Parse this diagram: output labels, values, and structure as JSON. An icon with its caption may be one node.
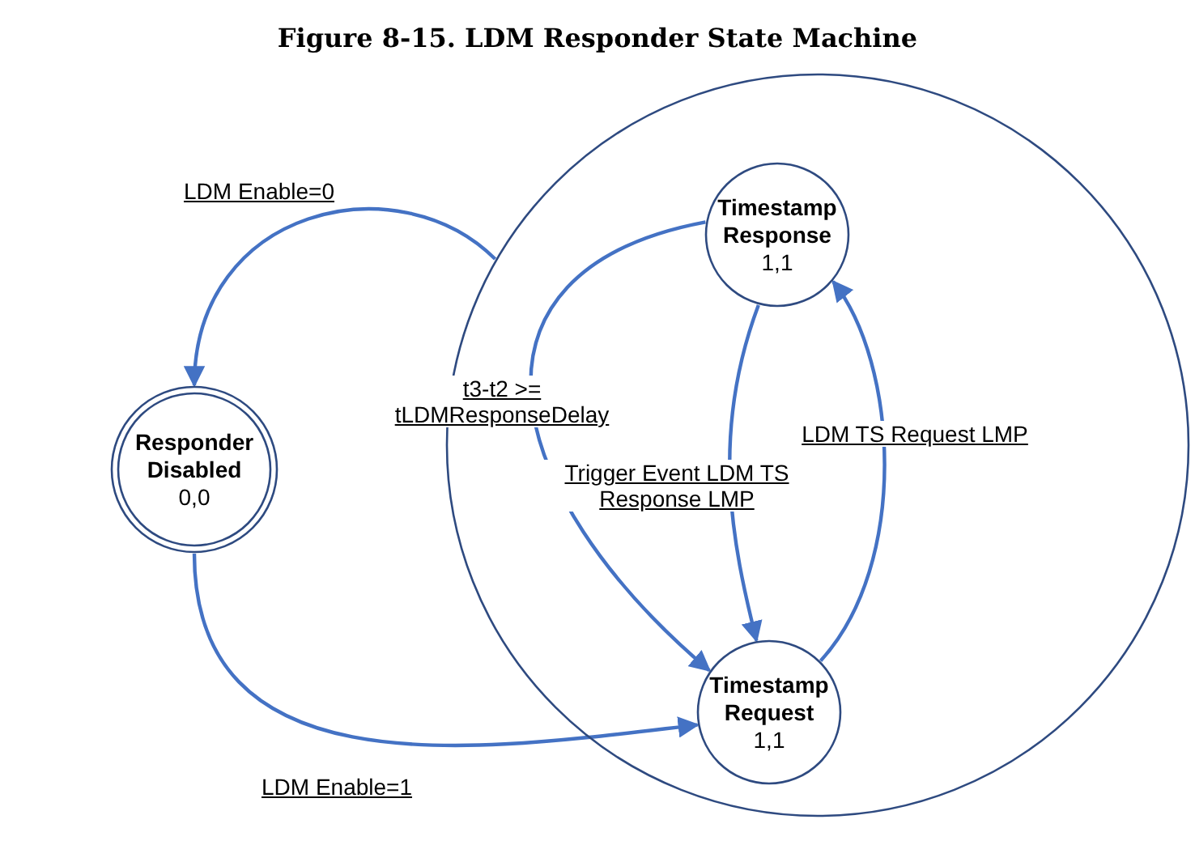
{
  "diagram": {
    "title": "Figure 8-15.  LDM Responder State Machine",
    "nodes": [
      {
        "text": [],
        "shape": "circle"
      },
      {
        "text": [
          "Timestamp Response",
          "1,1"
        ],
        "in": 0
      },
      {
        "text": [
          "Responder Disabled",
          "0,0"
        ]
      },
      {
        "text": [
          "Timestamp Request",
          "1,1"
        ],
        "in": 0
      }
    ],
    "edges": [
      {
        "from": 0,
        "to": 2,
        "arrow": "to",
        "label": "LDM Enable=0"
      },
      {
        "from": 2,
        "to": 3,
        "arrow": "to",
        "label": "LDM Enable=1"
      },
      {
        "from": 1,
        "to": 3,
        "arrow": "to",
        "label": "t3-t2 >= tLDMResponseDelay"
      },
      {
        "from": 1,
        "to": 3,
        "arrow": "to",
        "label": "Trigger Event LDM TS Response LMP"
      },
      {
        "from": 3,
        "to": 1,
        "arrow": "to",
        "label": "LDM TS Request LMP"
      }
    ]
  }
}
